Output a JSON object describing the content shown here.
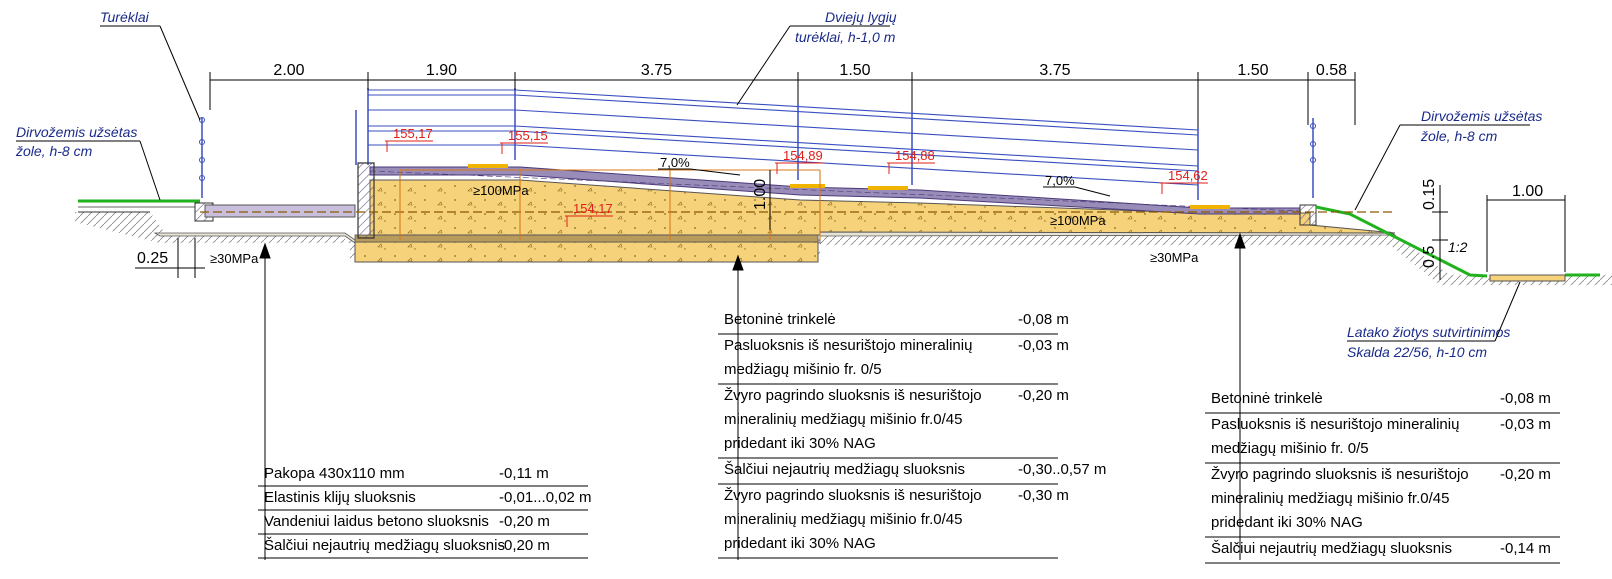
{
  "labels": {
    "tureklai": "Turėklai",
    "dvieju_1": "Dviejų lygių",
    "dvieju_2": "turėklai, h-1,0 m",
    "dirv_left_1": "Dirvožemis užsėtas",
    "dirv_left_2": "žole, h-8 cm",
    "dirv_right_1": "Dirvožemis užsėtas",
    "dirv_right_2": "žole, h-8 cm",
    "latako_1": "Latako žiotys sutvirtinimos",
    "latako_2": "Skalda 22/56, h-10 cm"
  },
  "dimensions": [
    "2.00",
    "1.90",
    "3.75",
    "1.50",
    "3.75",
    "1.50",
    "0.58"
  ],
  "extra_dims": {
    "left_025": "0.25",
    "right_100": "1.00",
    "height_015": "0.15",
    "height_05": "0.5",
    "slope": "1:2",
    "h100": "1.00"
  },
  "levels": [
    "155,17",
    "155,15",
    "154,89",
    "154,88",
    "154,62",
    "154,17"
  ],
  "slopes": [
    "7,0%",
    "7,0%"
  ],
  "moduli": [
    "≥100MPa",
    "≥100MPa",
    "≥30MPa",
    "≥30MPa"
  ],
  "colors": {
    "blue_lines": "#3a4fc0",
    "sand": "#f6d27a",
    "pavement": "#8a7aa8",
    "grass": "#22b21e",
    "level_mark": "#e0201a",
    "ground": "#6a6a6a"
  },
  "table_left": [
    {
      "name": "Pakopa 430x110 mm",
      "value": "-0,11 m"
    },
    {
      "name": "Elastinis klijų sluoksnis",
      "value": "-0,01...0,02 m"
    },
    {
      "name": "Vandeniui laidus betono sluoksnis",
      "value": "-0,20 m"
    },
    {
      "name": "Šalčiui nejautrių medžiagų sluoksnis",
      "value": "-0,20 m"
    }
  ],
  "table_mid": [
    {
      "lines": [
        "Betoninė trinkelė"
      ],
      "value": "-0,08 m"
    },
    {
      "lines": [
        "Pasluoksnis iš nesurištojo mineralinių",
        "medžiagų mišinio fr. 0/5"
      ],
      "value": "-0,03 m"
    },
    {
      "lines": [
        "Žvyro pagrindo sluoksnis iš nesurištojo",
        "mineralinių medžiagų mišinio fr.0/45",
        "pridedant iki 30% NAG"
      ],
      "value": "-0,20 m"
    },
    {
      "lines": [
        "Šalčiui nejautrių medžiagų sluoksnis"
      ],
      "value": "-0,30..0,57 m"
    },
    {
      "lines": [
        "Žvyro pagrindo sluoksnis iš nesurištojo",
        "mineralinių medžiagų mišinio fr.0/45",
        "pridedant iki 30% NAG"
      ],
      "value": "-0,30 m"
    }
  ],
  "table_right": [
    {
      "lines": [
        "Betoninė trinkelė"
      ],
      "value": "-0,08 m"
    },
    {
      "lines": [
        "Pasluoksnis iš nesurištojo mineralinių",
        "medžiagų mišinio fr. 0/5"
      ],
      "value": "-0,03 m"
    },
    {
      "lines": [
        "Žvyro pagrindo sluoksnis iš nesurištojo",
        "mineralinių medžiagų mišinio fr.0/45",
        "pridedant iki 30% NAG"
      ],
      "value": "-0,20 m"
    },
    {
      "lines": [
        "Šalčiui nejautrių medžiagų sluoksnis"
      ],
      "value": "-0,14 m"
    }
  ]
}
